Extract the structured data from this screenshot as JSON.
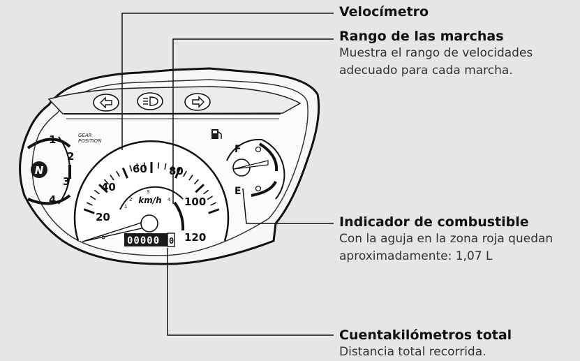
{
  "callouts": {
    "velocimetro": {
      "title": "Velocímetro"
    },
    "rango": {
      "title": "Rango de las marchas",
      "description": "Muestra el rango de velocidades adecuado para cada marcha."
    },
    "combustible": {
      "title": "Indicador de combustible",
      "description": "Con la aguja en la zona roja quedan aproximadamente: 1,07 L"
    },
    "cuentakm": {
      "title": "Cuentakilómetros total",
      "description": "Distancia total recorrida."
    }
  },
  "panel": {
    "gear_position_line1": "GEAR",
    "gear_position_line2": "POSITION",
    "gears": [
      "1",
      "2",
      "3",
      "4"
    ],
    "neutral": "N",
    "speed_labels": [
      "20",
      "40",
      "60",
      "80",
      "100",
      "120"
    ],
    "speed_unit": "km/h",
    "gear_range_numbers": [
      "1",
      "2",
      "3",
      "4"
    ],
    "odometer_digits": "00000",
    "odometer_tenth": "0",
    "fuel_full": "F",
    "fuel_empty": "E",
    "icons": [
      "left-turn-icon",
      "high-beam-icon",
      "right-turn-icon",
      "fuel-pump-icon"
    ]
  }
}
